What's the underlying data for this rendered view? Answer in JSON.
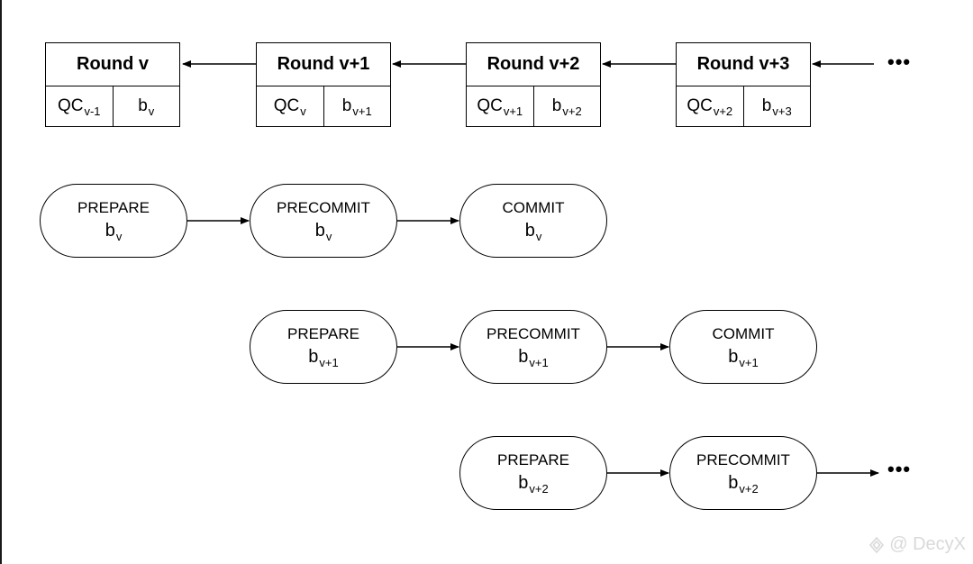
{
  "rounds": [
    {
      "title": "Round v",
      "qc_base": "QC",
      "qc_sub": "v-1",
      "b_base": "b",
      "b_sub": "v"
    },
    {
      "title": "Round v+1",
      "qc_base": "QC",
      "qc_sub": "v",
      "b_base": "b",
      "b_sub": "v+1"
    },
    {
      "title": "Round v+2",
      "qc_base": "QC",
      "qc_sub": "v+1",
      "b_base": "b",
      "b_sub": "v+2"
    },
    {
      "title": "Round v+3",
      "qc_base": "QC",
      "qc_sub": "v+2",
      "b_base": "b",
      "b_sub": "v+3"
    }
  ],
  "rows": [
    [
      {
        "phase": "PREPARE",
        "base": "b",
        "sub": "v"
      },
      {
        "phase": "PRECOMMIT",
        "base": "b",
        "sub": "v"
      },
      {
        "phase": "COMMIT",
        "base": "b",
        "sub": "v"
      }
    ],
    [
      {
        "phase": "PREPARE",
        "base": "b",
        "sub": "v+1"
      },
      {
        "phase": "PRECOMMIT",
        "base": "b",
        "sub": "v+1"
      },
      {
        "phase": "COMMIT",
        "base": "b",
        "sub": "v+1"
      }
    ],
    [
      {
        "phase": "PREPARE",
        "base": "b",
        "sub": "v+2"
      },
      {
        "phase": "PRECOMMIT",
        "base": "b",
        "sub": "v+2"
      }
    ]
  ],
  "ellipsis": "•••",
  "watermark": "@ DecyX",
  "colors": {
    "stroke": "#000000",
    "background": "#ffffff",
    "watermark": "#d9d9d9"
  }
}
